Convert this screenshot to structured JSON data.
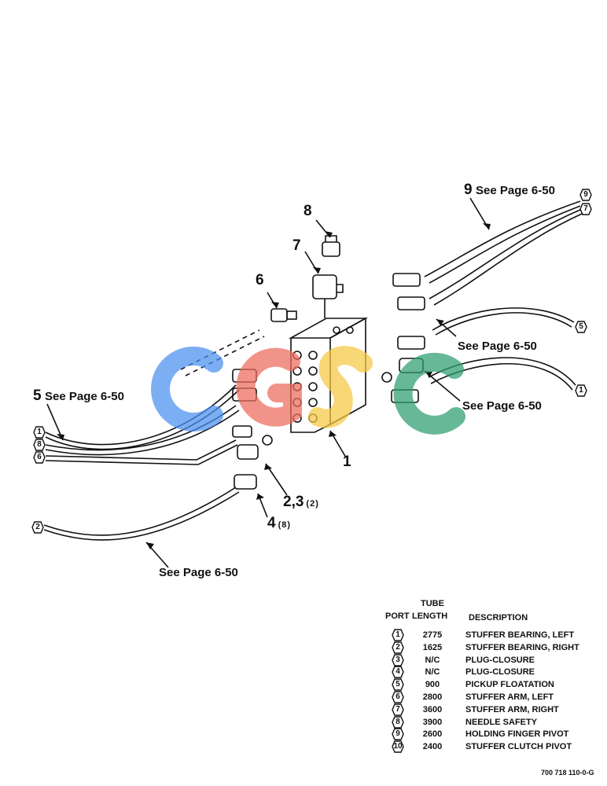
{
  "callouts": {
    "item_1": "1",
    "item_6": "6",
    "item_7": "7",
    "item_8": "8",
    "item_9": "9",
    "item_5": "5",
    "item_23": "2,3",
    "item_23_qty": "(2)",
    "item_4": "4",
    "item_4_qty": "(8)"
  },
  "see_page": "See Page 6-50",
  "port_markers": {
    "top_right_a": "9",
    "top_right_b": "7",
    "right_mid": "5",
    "right_low": "1",
    "left_1": "1",
    "left_2": "8",
    "left_3": "6",
    "bottom_left": "2"
  },
  "table": {
    "header_tube": "TUBE",
    "header_port": "PORT",
    "header_length": "LENGTH",
    "header_description": "DESCRIPTION",
    "rows": [
      {
        "port": "1",
        "length": "2775",
        "description": "STUFFER BEARING, LEFT"
      },
      {
        "port": "2",
        "length": "1625",
        "description": "STUFFER BEARING, RIGHT"
      },
      {
        "port": "3",
        "length": "N/C",
        "description": "PLUG-CLOSURE"
      },
      {
        "port": "4",
        "length": "N/C",
        "description": "PLUG-CLOSURE"
      },
      {
        "port": "5",
        "length": "900",
        "description": "PICKUP FLOATATION"
      },
      {
        "port": "6",
        "length": "2800",
        "description": "STUFFER ARM, LEFT"
      },
      {
        "port": "7",
        "length": "3600",
        "description": "STUFFER ARM, RIGHT"
      },
      {
        "port": "8",
        "length": "3900",
        "description": "NEEDLE SAFETY"
      },
      {
        "port": "9",
        "length": "2600",
        "description": "HOLDING FINGER PIVOT"
      },
      {
        "port": "10",
        "length": "2400",
        "description": "STUFFER CLUTCH PIVOT"
      }
    ]
  },
  "figure_code": "700 718 110-0-G",
  "watermark_colors": {
    "c1": "#4a8ff0",
    "g": "#ee6a5c",
    "s": "#f5c842",
    "c2": "#2e9e6e"
  }
}
